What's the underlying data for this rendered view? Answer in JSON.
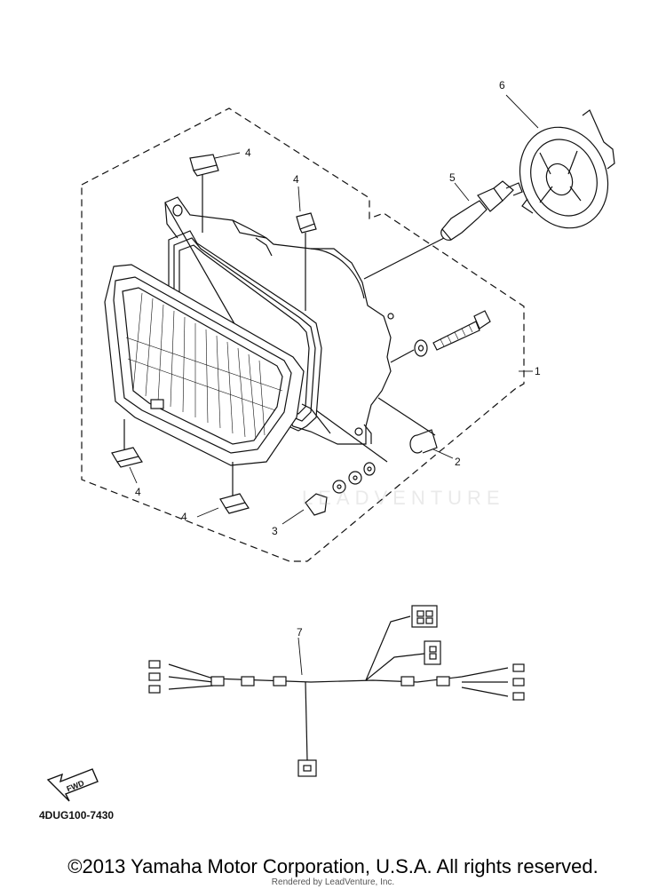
{
  "diagram": {
    "callouts": {
      "c1": "1",
      "c2": "2",
      "c3": "3",
      "c4a": "4",
      "c4b": "4",
      "c4c": "4",
      "c4d": "4",
      "c5": "5",
      "c6": "6",
      "c7": "7"
    },
    "fwd_label": "FWD",
    "drawing_code": "4DUG100-7430",
    "watermark": "LEADVENTURE"
  },
  "footer": {
    "copyright": "©2013 Yamaha Motor Corporation, U.S.A. All rights reserved.",
    "rendered_by": "Rendered by LeadVenture, Inc."
  }
}
